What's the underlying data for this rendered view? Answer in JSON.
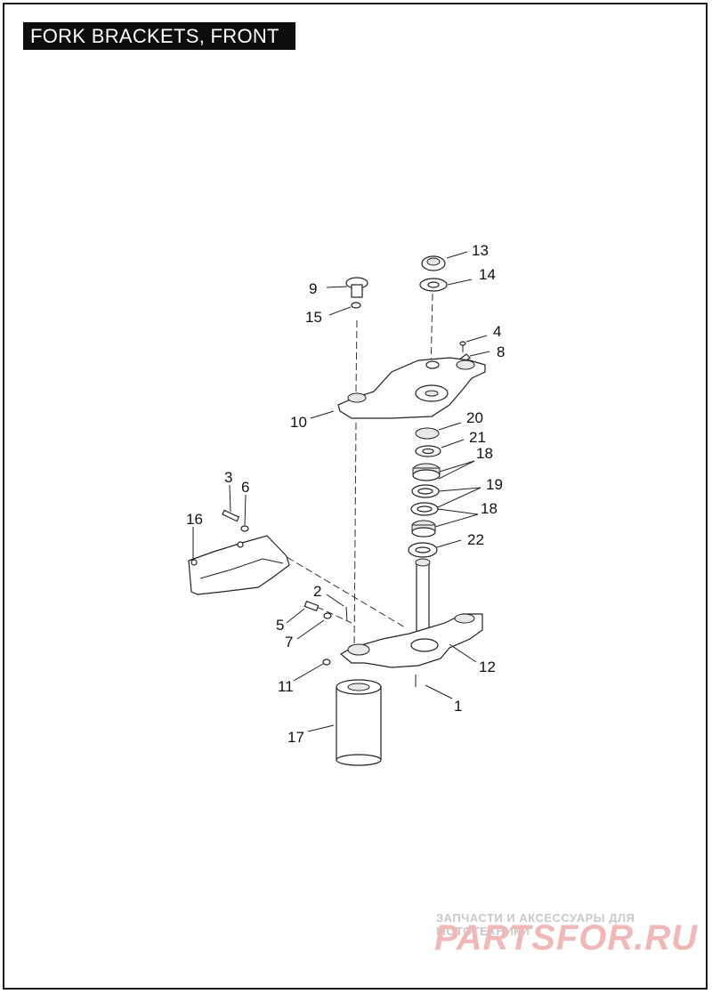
{
  "title": "FORK BRACKETS, FRONT",
  "callouts": {
    "c1": "1",
    "c2": "2",
    "c3": "3",
    "c4": "4",
    "c5": "5",
    "c6": "6",
    "c7": "7",
    "c8": "8",
    "c9": "9",
    "c10": "10",
    "c11": "11",
    "c12": "12",
    "c13": "13",
    "c14": "14",
    "c15": "15",
    "c16": "16",
    "c17": "17",
    "c18a": "18",
    "c18b": "18",
    "c19": "19",
    "c20": "20",
    "c21": "21",
    "c22": "22"
  },
  "watermark": {
    "tagline": "ЗАПЧАСТИ И АКСЕССУАРЫ ДЛЯ МОТОТЕХНИКИ",
    "logo": "PARTSFOR.RU"
  },
  "colors": {
    "title_bg": "#0d0d0d",
    "title_fg": "#ffffff",
    "watermark_logo": "#f0b8b8"
  }
}
